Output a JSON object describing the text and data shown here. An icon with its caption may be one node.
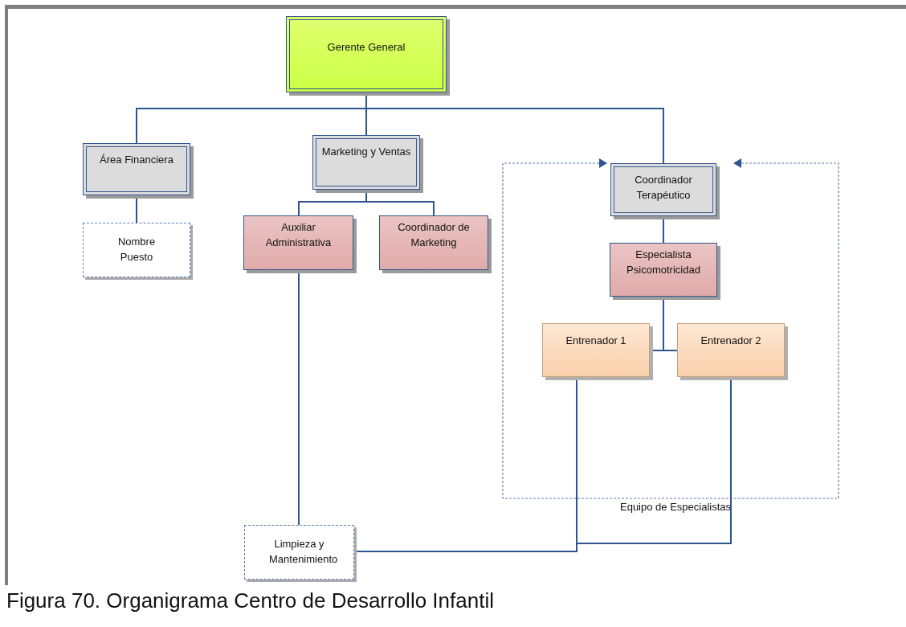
{
  "diagram": {
    "caption": "Figura 70. Organigrama Centro de Desarrollo Infantil",
    "nodes": [
      {
        "text": [
          "Gerente General"
        ]
      },
      {
        "text": [
          "Área Financiera"
        ]
      },
      {
        "text": [
          "Marketing y Ventas"
        ]
      },
      {
        "text": [
          "Equipo de Especialistas"
        ]
      },
      {
        "text": [
          "Coordinador Terapéutico"
        ],
        "in": 3
      },
      {
        "text": [
          "Nombre Puesto"
        ]
      },
      {
        "text": [
          "Auxiliar Administrativa"
        ]
      },
      {
        "text": [
          "Coordinador de Marketing"
        ]
      },
      {
        "text": [
          "Especialista Psicomotricidad"
        ],
        "in": 3
      },
      {
        "text": [
          "Entrenador 1"
        ],
        "in": 3
      },
      {
        "text": [
          "Entrenador 2"
        ],
        "in": 3
      },
      {
        "text": [
          "Limpieza y Mantenimiento"
        ]
      }
    ],
    "edges": [
      {
        "from": 0,
        "to": 1,
        "arrow": "none"
      },
      {
        "from": 0,
        "to": 2,
        "arrow": "none"
      },
      {
        "from": 0,
        "to": 4,
        "arrow": "none"
      },
      {
        "from": 1,
        "to": 5,
        "arrow": "none"
      },
      {
        "from": 2,
        "to": 6,
        "arrow": "none"
      },
      {
        "from": 2,
        "to": 7,
        "arrow": "none"
      },
      {
        "from": 4,
        "to": 8,
        "arrow": "none"
      },
      {
        "from": 8,
        "to": 9,
        "arrow": "none"
      },
      {
        "from": 8,
        "to": 10,
        "arrow": "none"
      },
      {
        "from": 6,
        "to": 11,
        "arrow": "none"
      },
      {
        "from": 9,
        "to": 11,
        "arrow": "none"
      },
      {
        "from": 10,
        "to": 11,
        "arrow": "none"
      }
    ]
  }
}
